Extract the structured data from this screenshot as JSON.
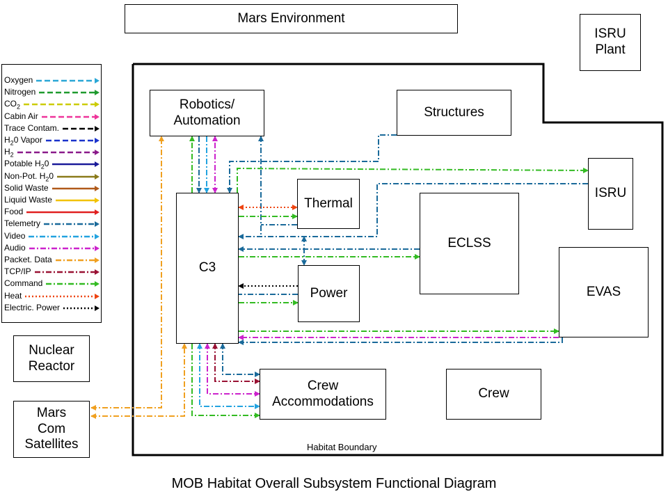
{
  "header": {
    "title": "Mars Environment"
  },
  "footer": {
    "title": "MOB Habitat Overall Subsystem Functional Diagram"
  },
  "habitat": {
    "boundary_label": "Habitat Boundary"
  },
  "outside": {
    "isru_plant": [
      "ISRU",
      "Plant"
    ],
    "nuclear_reactor": [
      "Nuclear",
      "Reactor"
    ],
    "mars_com_satellites": [
      "Mars",
      "Com",
      "Satellites"
    ]
  },
  "subsystems": {
    "robotics": [
      "Robotics/",
      "Automation"
    ],
    "structures": "Structures",
    "isru": "ISRU",
    "thermal": "Thermal",
    "eclss": "ECLSS",
    "c3": "C3",
    "power": "Power",
    "evas": "EVAS",
    "crew_accommodations": [
      "Crew",
      "Accommodations"
    ],
    "crew": "Crew"
  },
  "legend": [
    {
      "label": "Oxygen",
      "sub": "",
      "suffix": "",
      "color": "#2aa7d6",
      "style": "dashed",
      "head": "arrow"
    },
    {
      "label": "Nitrogen",
      "sub": "",
      "suffix": "",
      "color": "#1f9a2e",
      "style": "dashed",
      "head": "arrow"
    },
    {
      "label": "CO",
      "sub": "2",
      "suffix": "",
      "color": "#cccc00",
      "style": "dashed",
      "head": "arrow"
    },
    {
      "label": "Cabin Air",
      "sub": "",
      "suffix": "",
      "color": "#ee3399",
      "style": "dashed",
      "head": "arrow"
    },
    {
      "label": "Trace Contam.",
      "sub": "",
      "suffix": "",
      "color": "#000000",
      "style": "dashed",
      "head": "arrow"
    },
    {
      "label": "H",
      "sub": "2",
      "suffix": "0 Vapor",
      "color": "#1a33cc",
      "style": "dashed",
      "head": "arrow"
    },
    {
      "label": "H",
      "sub": "2",
      "suffix": "",
      "color": "#8a1a8a",
      "style": "dashed",
      "head": "arrow"
    },
    {
      "label": "Potable H",
      "sub": "2",
      "suffix": "0",
      "color": "#1a1a99",
      "style": "solid",
      "head": "arrow"
    },
    {
      "label": "Non-Pot. H",
      "sub": "2",
      "suffix": "0",
      "color": "#8a7a1a",
      "style": "solid",
      "head": "arrow"
    },
    {
      "label": "Solid Waste",
      "sub": "",
      "suffix": "",
      "color": "#b05a1a",
      "style": "solid",
      "head": "arrow"
    },
    {
      "label": "Liquid Waste",
      "sub": "",
      "suffix": "",
      "color": "#f2c200",
      "style": "solid",
      "head": "arrow"
    },
    {
      "label": "Food",
      "sub": "",
      "suffix": "",
      "color": "#e02020",
      "style": "solid",
      "head": "arrow"
    },
    {
      "label": "Telemetry",
      "sub": "",
      "suffix": "",
      "color": "#1a6a9a",
      "style": "dashdot",
      "head": "arrow"
    },
    {
      "label": "Video",
      "sub": "",
      "suffix": "",
      "color": "#22a3e0",
      "style": "dashdot",
      "head": "arrow"
    },
    {
      "label": "Audio",
      "sub": "",
      "suffix": "",
      "color": "#cc22cc",
      "style": "dashdot",
      "head": "arrow"
    },
    {
      "label": "Packet. Data",
      "sub": "",
      "suffix": "",
      "color": "#f0a020",
      "style": "dashdot",
      "head": "arrow"
    },
    {
      "label": "TCP/IP",
      "sub": "",
      "suffix": "",
      "color": "#991133",
      "style": "dashdot",
      "head": "arrow"
    },
    {
      "label": "Command",
      "sub": "",
      "suffix": "",
      "color": "#33bb22",
      "style": "dashdot",
      "head": "arrow"
    },
    {
      "label": "Heat",
      "sub": "",
      "suffix": "",
      "color": "#ee4411",
      "style": "dotted",
      "head": "arrow"
    },
    {
      "label": "Electric. Power",
      "sub": "",
      "suffix": "",
      "color": "#000000",
      "style": "dotted",
      "head": "arrow"
    }
  ],
  "colors": {
    "telemetry": "#1a6a9a",
    "video": "#22a3e0",
    "audio": "#cc22cc",
    "packet_data": "#f0a020",
    "tcpip": "#991133",
    "command": "#33bb22",
    "heat": "#ee4411",
    "electric_power": "#000000"
  }
}
